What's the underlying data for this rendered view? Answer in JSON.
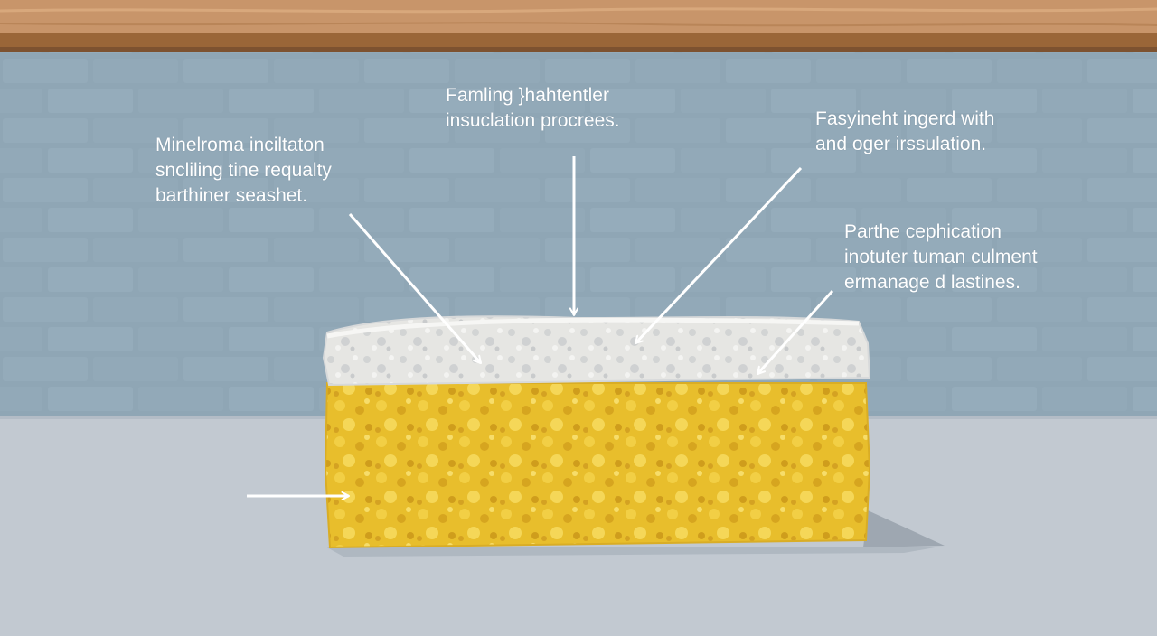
{
  "colors": {
    "wood": "#c8956a",
    "wood_edge": "#9a6638",
    "wall": "#8fa6b5",
    "mortar": "#9fb4c2",
    "floor": "#c2c9d1",
    "top_layer": "#e9e9e6",
    "core_layer": "#e8be2c",
    "arrow": "#ffffff",
    "label_text": "#ffffff"
  },
  "labels": [
    {
      "id": "label-1",
      "lines": [
        "Minelroma inciltaton",
        "sncliling tine requalty",
        "barthiner seashet."
      ]
    },
    {
      "id": "label-2",
      "lines": [
        "Famling }hahtentler",
        "insuclation procrees."
      ]
    },
    {
      "id": "label-3",
      "lines": [
        "Fasyineht ingerd with",
        "and oger irssulation."
      ]
    },
    {
      "id": "label-4",
      "lines": [
        "Parthe cephication",
        "inotuter tuman culment",
        "ermanage d lastines."
      ]
    }
  ]
}
